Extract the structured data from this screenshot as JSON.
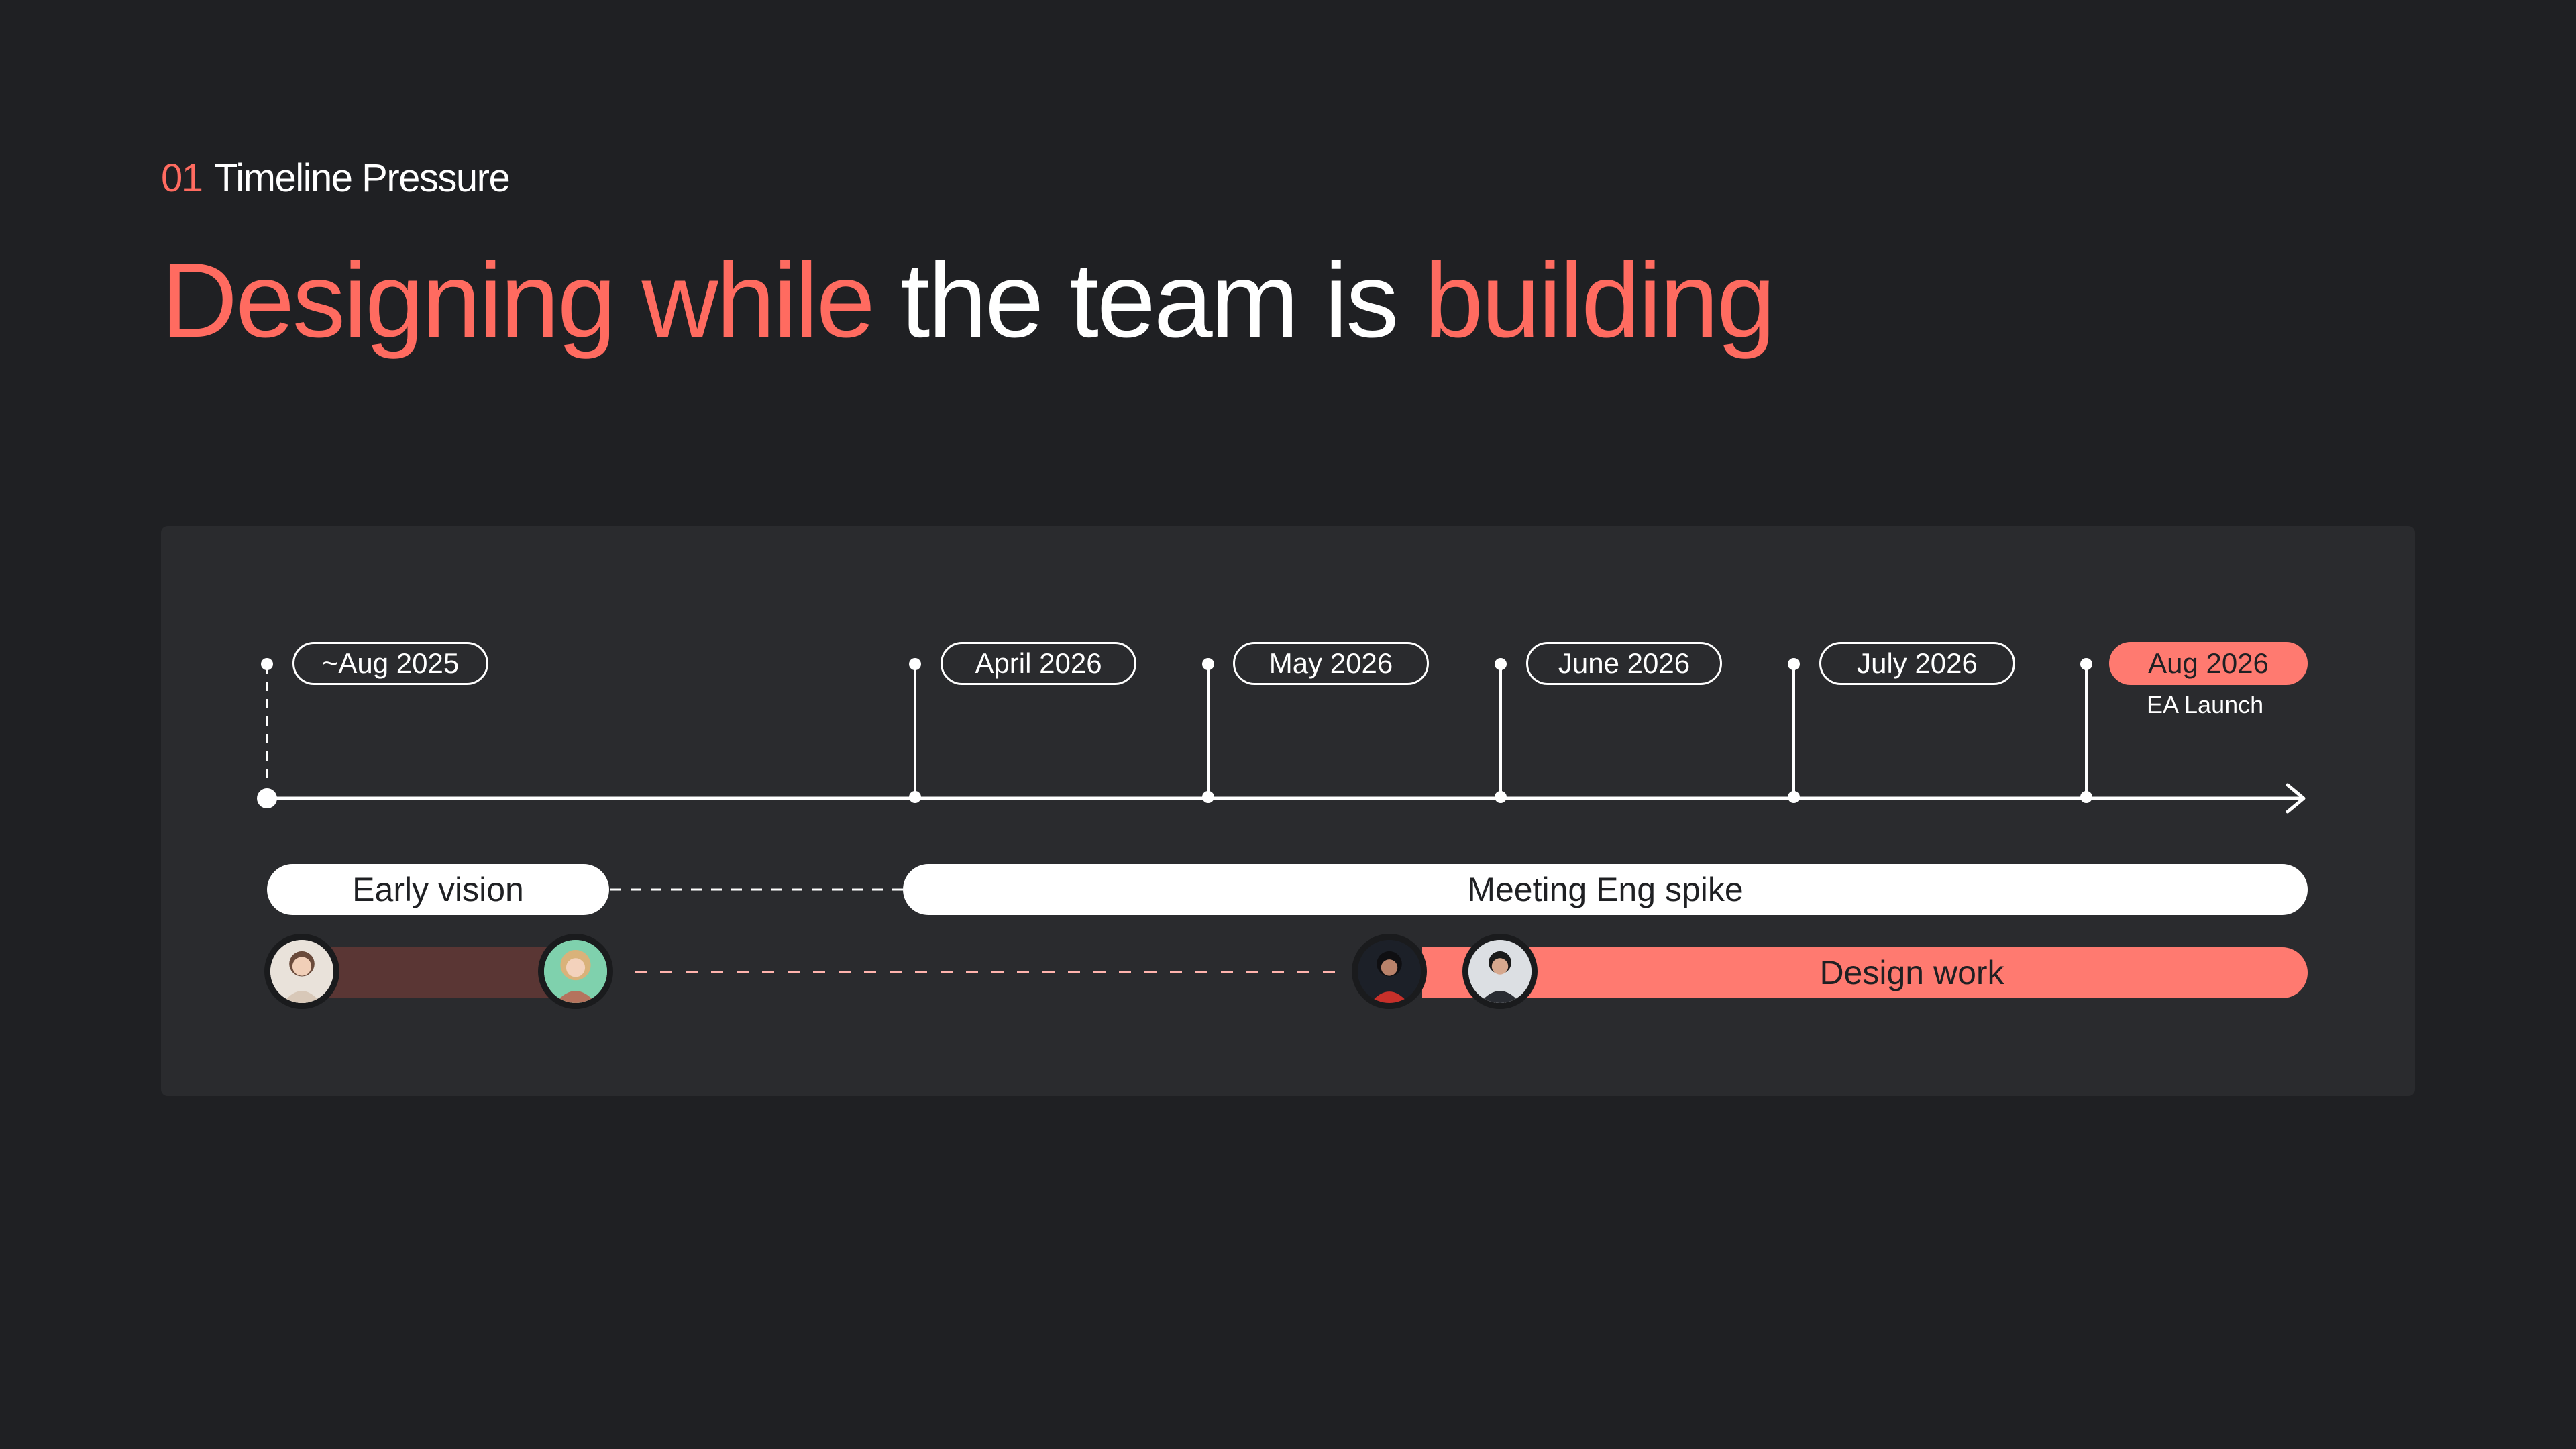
{
  "header": {
    "section_number": "01",
    "section_title": "Timeline Pressure"
  },
  "headline": {
    "part1": "Designing while",
    "part2": " the team is ",
    "part3": "building"
  },
  "milestones": [
    {
      "label": "~Aug 2025"
    },
    {
      "label": "April 2026"
    },
    {
      "label": "May 2026"
    },
    {
      "label": "June 2026"
    },
    {
      "label": "July 2026"
    },
    {
      "label": "Aug 2026",
      "sublabel": "EA Launch"
    }
  ],
  "tracks": {
    "early_vision": "Early vision",
    "eng_spike": "Meeting Eng spike",
    "design_work": "Design work"
  },
  "avatars": [
    {
      "icon": "person-avatar-icon"
    },
    {
      "icon": "person-avatar-icon"
    },
    {
      "icon": "person-avatar-icon"
    },
    {
      "icon": "person-avatar-icon"
    }
  ],
  "colors": {
    "background": "#1f2023",
    "panel": "#2a2b2e",
    "accent": "#ff6b60",
    "accent_bar": "#ff7a70",
    "muted_bar": "#5a3634"
  }
}
